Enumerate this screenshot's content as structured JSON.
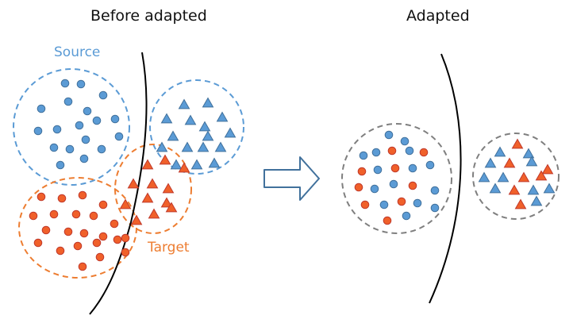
{
  "titles": {
    "before": "Before adapted",
    "after": "Adapted"
  },
  "labels": {
    "source": "Source",
    "target": "Target"
  },
  "colors": {
    "source_blue": "#5b9bd5",
    "target_orange": "#ed7d31",
    "target_fill": "#f0602a",
    "neutral_gray": "#7f7f7f",
    "boundary": "#000000"
  },
  "legend_icons": {
    "circle_marker": "circle-icon",
    "triangle_marker": "triangle-icon",
    "arrow": "right-arrow-icon"
  }
}
